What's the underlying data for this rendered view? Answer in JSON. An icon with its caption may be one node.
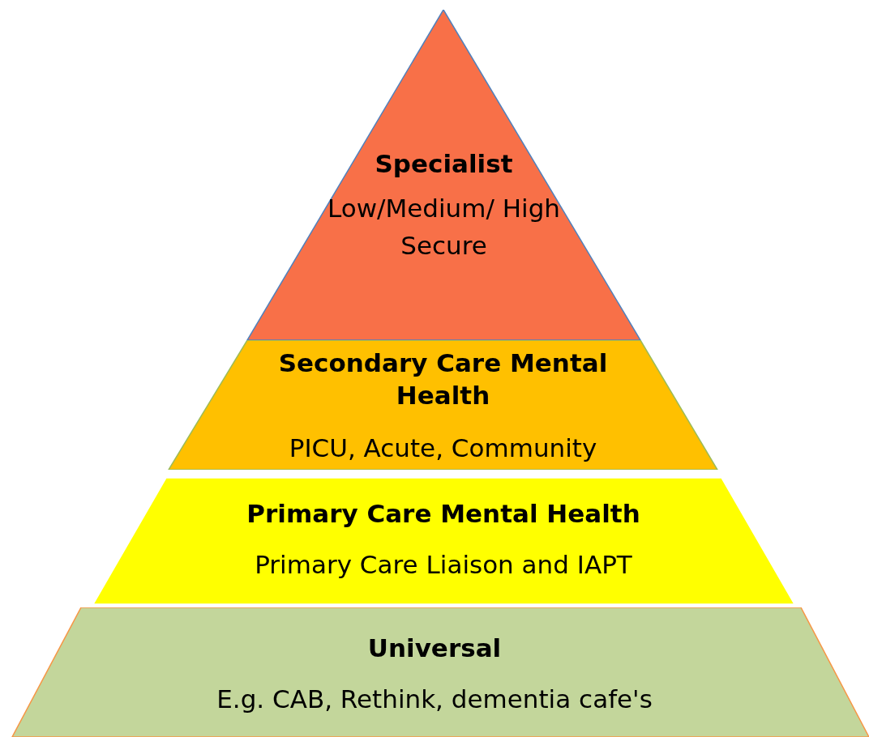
{
  "diagram": {
    "nodes": [
      {
        "text": [
          "Specialist",
          "Low/Medium/ High Secure"
        ]
      },
      {
        "text": [
          "Secondary Care Mental Health",
          "PICU, Acute, Community"
        ]
      },
      {
        "text": [
          "Primary Care Mental Health",
          "Primary Care Liaison and IAPT"
        ]
      },
      {
        "text": [
          "Universal",
          "E.g. CAB, Rethink, dementia cafe's"
        ]
      }
    ]
  }
}
